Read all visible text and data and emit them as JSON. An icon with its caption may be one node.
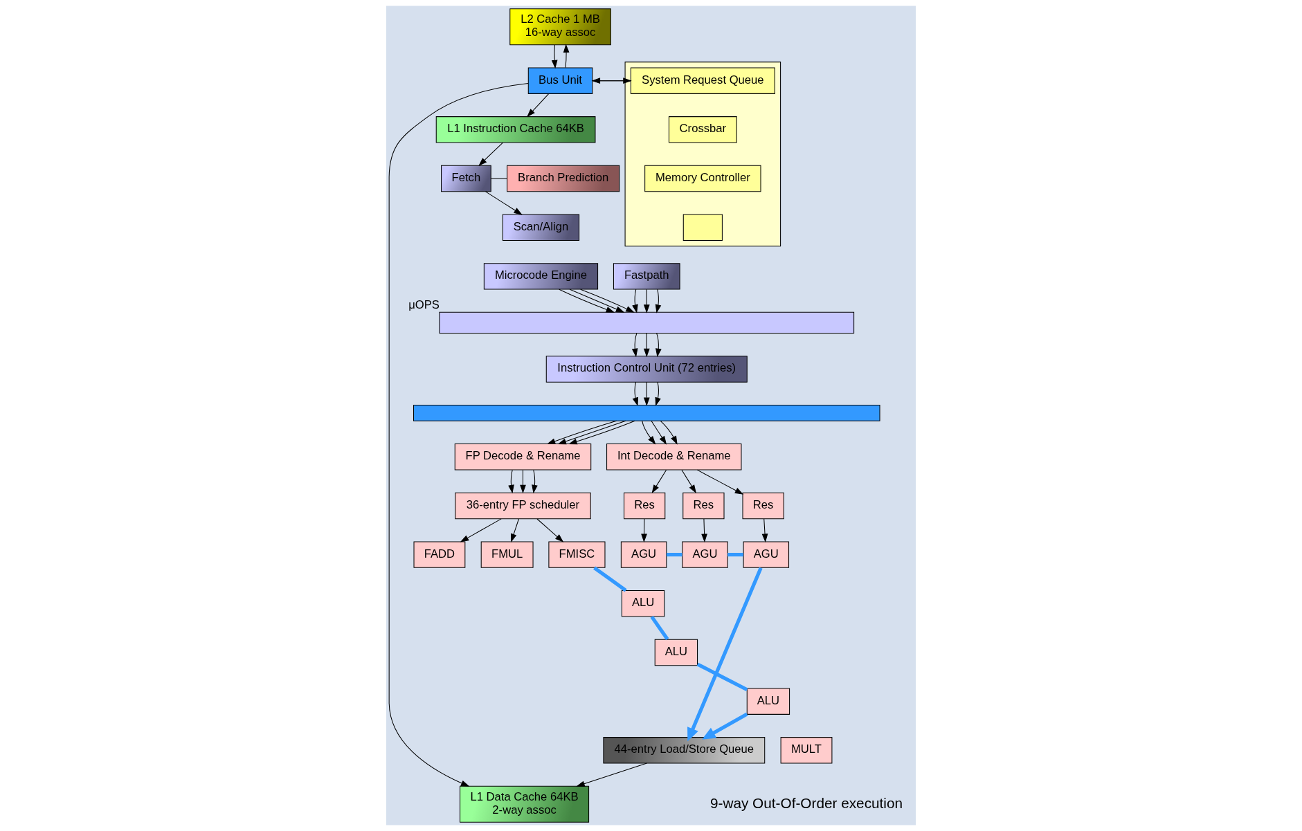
{
  "diagram": {
    "nodes": [
      {
        "text": [
          "L2 Cache 1 MB",
          "16-way assoc"
        ]
      },
      {
        "text": [
          "Bus Unit"
        ]
      },
      {
        "text": [
          "L1 Instruction Cache 64KB"
        ]
      },
      {
        "text": [
          "L1 Data Cache 64KB",
          "2-way assoc"
        ]
      },
      {
        "text": [
          "Fetch"
        ]
      },
      {
        "text": [
          "Branch Prediction"
        ]
      },
      {
        "text": [
          "Scan/Align"
        ]
      },
      {
        "text": [
          "Fastpath"
        ]
      },
      {
        "text": [
          "Microcode Engine"
        ]
      },
      {
        "text": [],
        "shape": "trapezoid",
        "beside": [
          "μOPS"
        ]
      },
      {
        "text": [
          "Instruction Control Unit (72 entries)"
        ]
      },
      {
        "text": [],
        "shape": "bar"
      },
      {
        "text": [
          "Int Decode & Rename"
        ]
      },
      {
        "text": [
          "FP Decode & Rename"
        ]
      },
      {
        "text": [
          "Res"
        ]
      },
      {
        "text": [
          "Res"
        ]
      },
      {
        "text": [
          "Res"
        ]
      },
      {
        "text": [
          "36-entry FP scheduler"
        ]
      },
      {
        "text": [
          "AGU"
        ]
      },
      {
        "text": [
          "AGU"
        ]
      },
      {
        "text": [
          "AGU"
        ]
      },
      {
        "text": [
          "ALU"
        ]
      },
      {
        "text": [
          "ALU"
        ]
      },
      {
        "text": [
          "ALU"
        ]
      },
      {
        "text": [
          "MULT"
        ]
      },
      {
        "text": [
          "FADD"
        ]
      },
      {
        "text": [
          "FMUL"
        ]
      },
      {
        "text": [
          "FMISC"
        ]
      },
      {
        "text": [
          "44-entry Load/Store Queue"
        ]
      },
      {
        "text": [],
        "shape": "box"
      },
      {
        "text": [
          "System Request Queue"
        ],
        "in": 29
      },
      {
        "text": [
          "Crossbar"
        ],
        "in": 29
      },
      {
        "text": [
          "Memory Controller"
        ],
        "in": 29
      },
      {
        "text": [],
        "shape": "box",
        "in": 29
      }
    ],
    "edges": [
      {
        "from": 0,
        "to": 1,
        "arrow": "to"
      },
      {
        "from": 1,
        "to": 0,
        "arrow": "to"
      },
      {
        "from": 1,
        "to": 2,
        "arrow": "to"
      },
      {
        "from": 1,
        "to": 3,
        "arrow": "to"
      },
      {
        "from": 1,
        "to": 30,
        "arrow": "to"
      },
      {
        "from": 30,
        "to": 1,
        "arrow": "to"
      },
      {
        "from": 2,
        "to": 4,
        "arrow": "to"
      },
      {
        "from": 4,
        "to": 5,
        "arrow": "none"
      },
      {
        "from": 4,
        "to": 6,
        "arrow": "to"
      },
      {
        "from": 7,
        "to": 9,
        "arrow": "to"
      },
      {
        "from": 7,
        "to": 9,
        "arrow": "to"
      },
      {
        "from": 7,
        "to": 9,
        "arrow": "to"
      },
      {
        "from": 8,
        "to": 9,
        "arrow": "to"
      },
      {
        "from": 8,
        "to": 9,
        "arrow": "to"
      },
      {
        "from": 8,
        "to": 9,
        "arrow": "to"
      },
      {
        "from": 9,
        "to": 10,
        "arrow": "to"
      },
      {
        "from": 9,
        "to": 10,
        "arrow": "to"
      },
      {
        "from": 9,
        "to": 10,
        "arrow": "to"
      },
      {
        "from": 10,
        "to": 11,
        "arrow": "to"
      },
      {
        "from": 10,
        "to": 11,
        "arrow": "to"
      },
      {
        "from": 10,
        "to": 11,
        "arrow": "to"
      },
      {
        "from": 11,
        "to": 12,
        "arrow": "to"
      },
      {
        "from": 11,
        "to": 12,
        "arrow": "to"
      },
      {
        "from": 11,
        "to": 12,
        "arrow": "to"
      },
      {
        "from": 11,
        "to": 13,
        "arrow": "to"
      },
      {
        "from": 11,
        "to": 13,
        "arrow": "to"
      },
      {
        "from": 11,
        "to": 13,
        "arrow": "to"
      },
      {
        "from": 12,
        "to": 14,
        "arrow": "to"
      },
      {
        "from": 12,
        "to": 15,
        "arrow": "to"
      },
      {
        "from": 12,
        "to": 16,
        "arrow": "to"
      },
      {
        "from": 13,
        "to": 17,
        "arrow": "to"
      },
      {
        "from": 13,
        "to": 17,
        "arrow": "to"
      },
      {
        "from": 13,
        "to": 17,
        "arrow": "to"
      },
      {
        "from": 14,
        "to": 18,
        "arrow": "to"
      },
      {
        "from": 15,
        "to": 19,
        "arrow": "to"
      },
      {
        "from": 16,
        "to": 20,
        "arrow": "to"
      },
      {
        "from": 17,
        "to": 25,
        "arrow": "to"
      },
      {
        "from": 17,
        "to": 26,
        "arrow": "to"
      },
      {
        "from": 17,
        "to": 27,
        "arrow": "to"
      },
      {
        "from": 28,
        "to": 3,
        "arrow": "to"
      },
      {
        "from": 20,
        "to": 19,
        "arrow": "none",
        "style": "thick",
        "color": "#3399ff"
      },
      {
        "from": 19,
        "to": 18,
        "arrow": "none",
        "style": "thick",
        "color": "#3399ff"
      },
      {
        "from": 18,
        "to": 28,
        "arrow": "to",
        "style": "thick",
        "color": "#3399ff"
      },
      {
        "from": 27,
        "to": 23,
        "arrow": "none",
        "style": "thick",
        "color": "#3399ff"
      },
      {
        "from": 23,
        "to": 22,
        "arrow": "none",
        "style": "thick",
        "color": "#3399ff"
      },
      {
        "from": 22,
        "to": 21,
        "arrow": "none",
        "style": "thick",
        "color": "#3399ff"
      },
      {
        "from": 21,
        "to": 28,
        "arrow": "to",
        "style": "thick",
        "color": "#3399ff"
      }
    ],
    "labels": [
      "9-way Out-Of-Order execution"
    ]
  }
}
